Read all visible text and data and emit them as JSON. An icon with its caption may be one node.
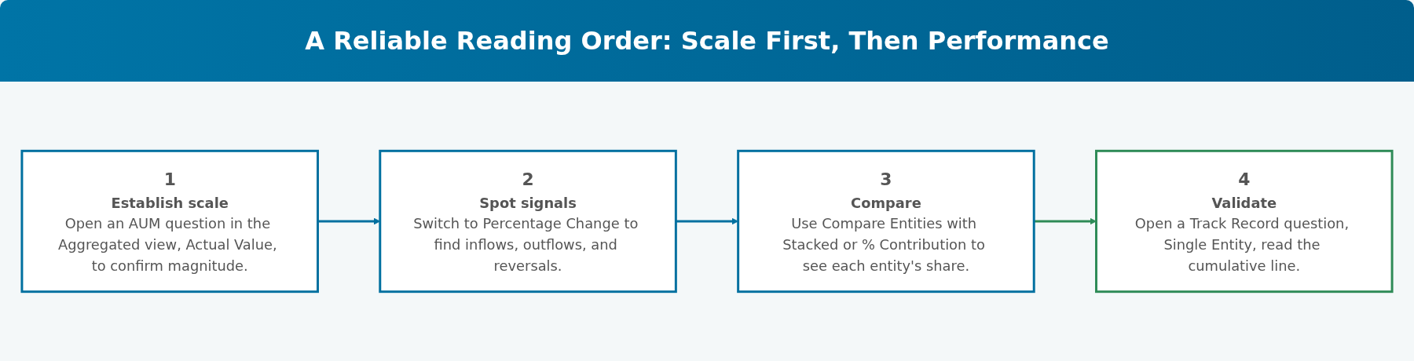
{
  "diagram": {
    "title": "A Reliable Reading Order: Scale First, Then Performance",
    "nodes": [
      {
        "text": [
          "1",
          "Establish scale",
          "Open an AUM question in the Aggregated view, Actual Value, to confirm magnitude."
        ]
      },
      {
        "text": [
          "2",
          "Spot signals",
          "Switch to Percentage Change to find inflows, outflows, and reversals."
        ]
      },
      {
        "text": [
          "3",
          "Compare",
          "Use Compare Entities with Stacked or % Contribution to see each entity's share."
        ]
      },
      {
        "text": [
          "4",
          "Validate",
          "Open a Track Record question, Single Entity, read the cumulative line."
        ]
      }
    ],
    "edges": [
      {
        "from": 0,
        "to": 1,
        "arrow": "to"
      },
      {
        "from": 1,
        "to": 2,
        "arrow": "to"
      },
      {
        "from": 2,
        "to": 3,
        "arrow": "to",
        "color": "#2e8b57"
      }
    ]
  }
}
